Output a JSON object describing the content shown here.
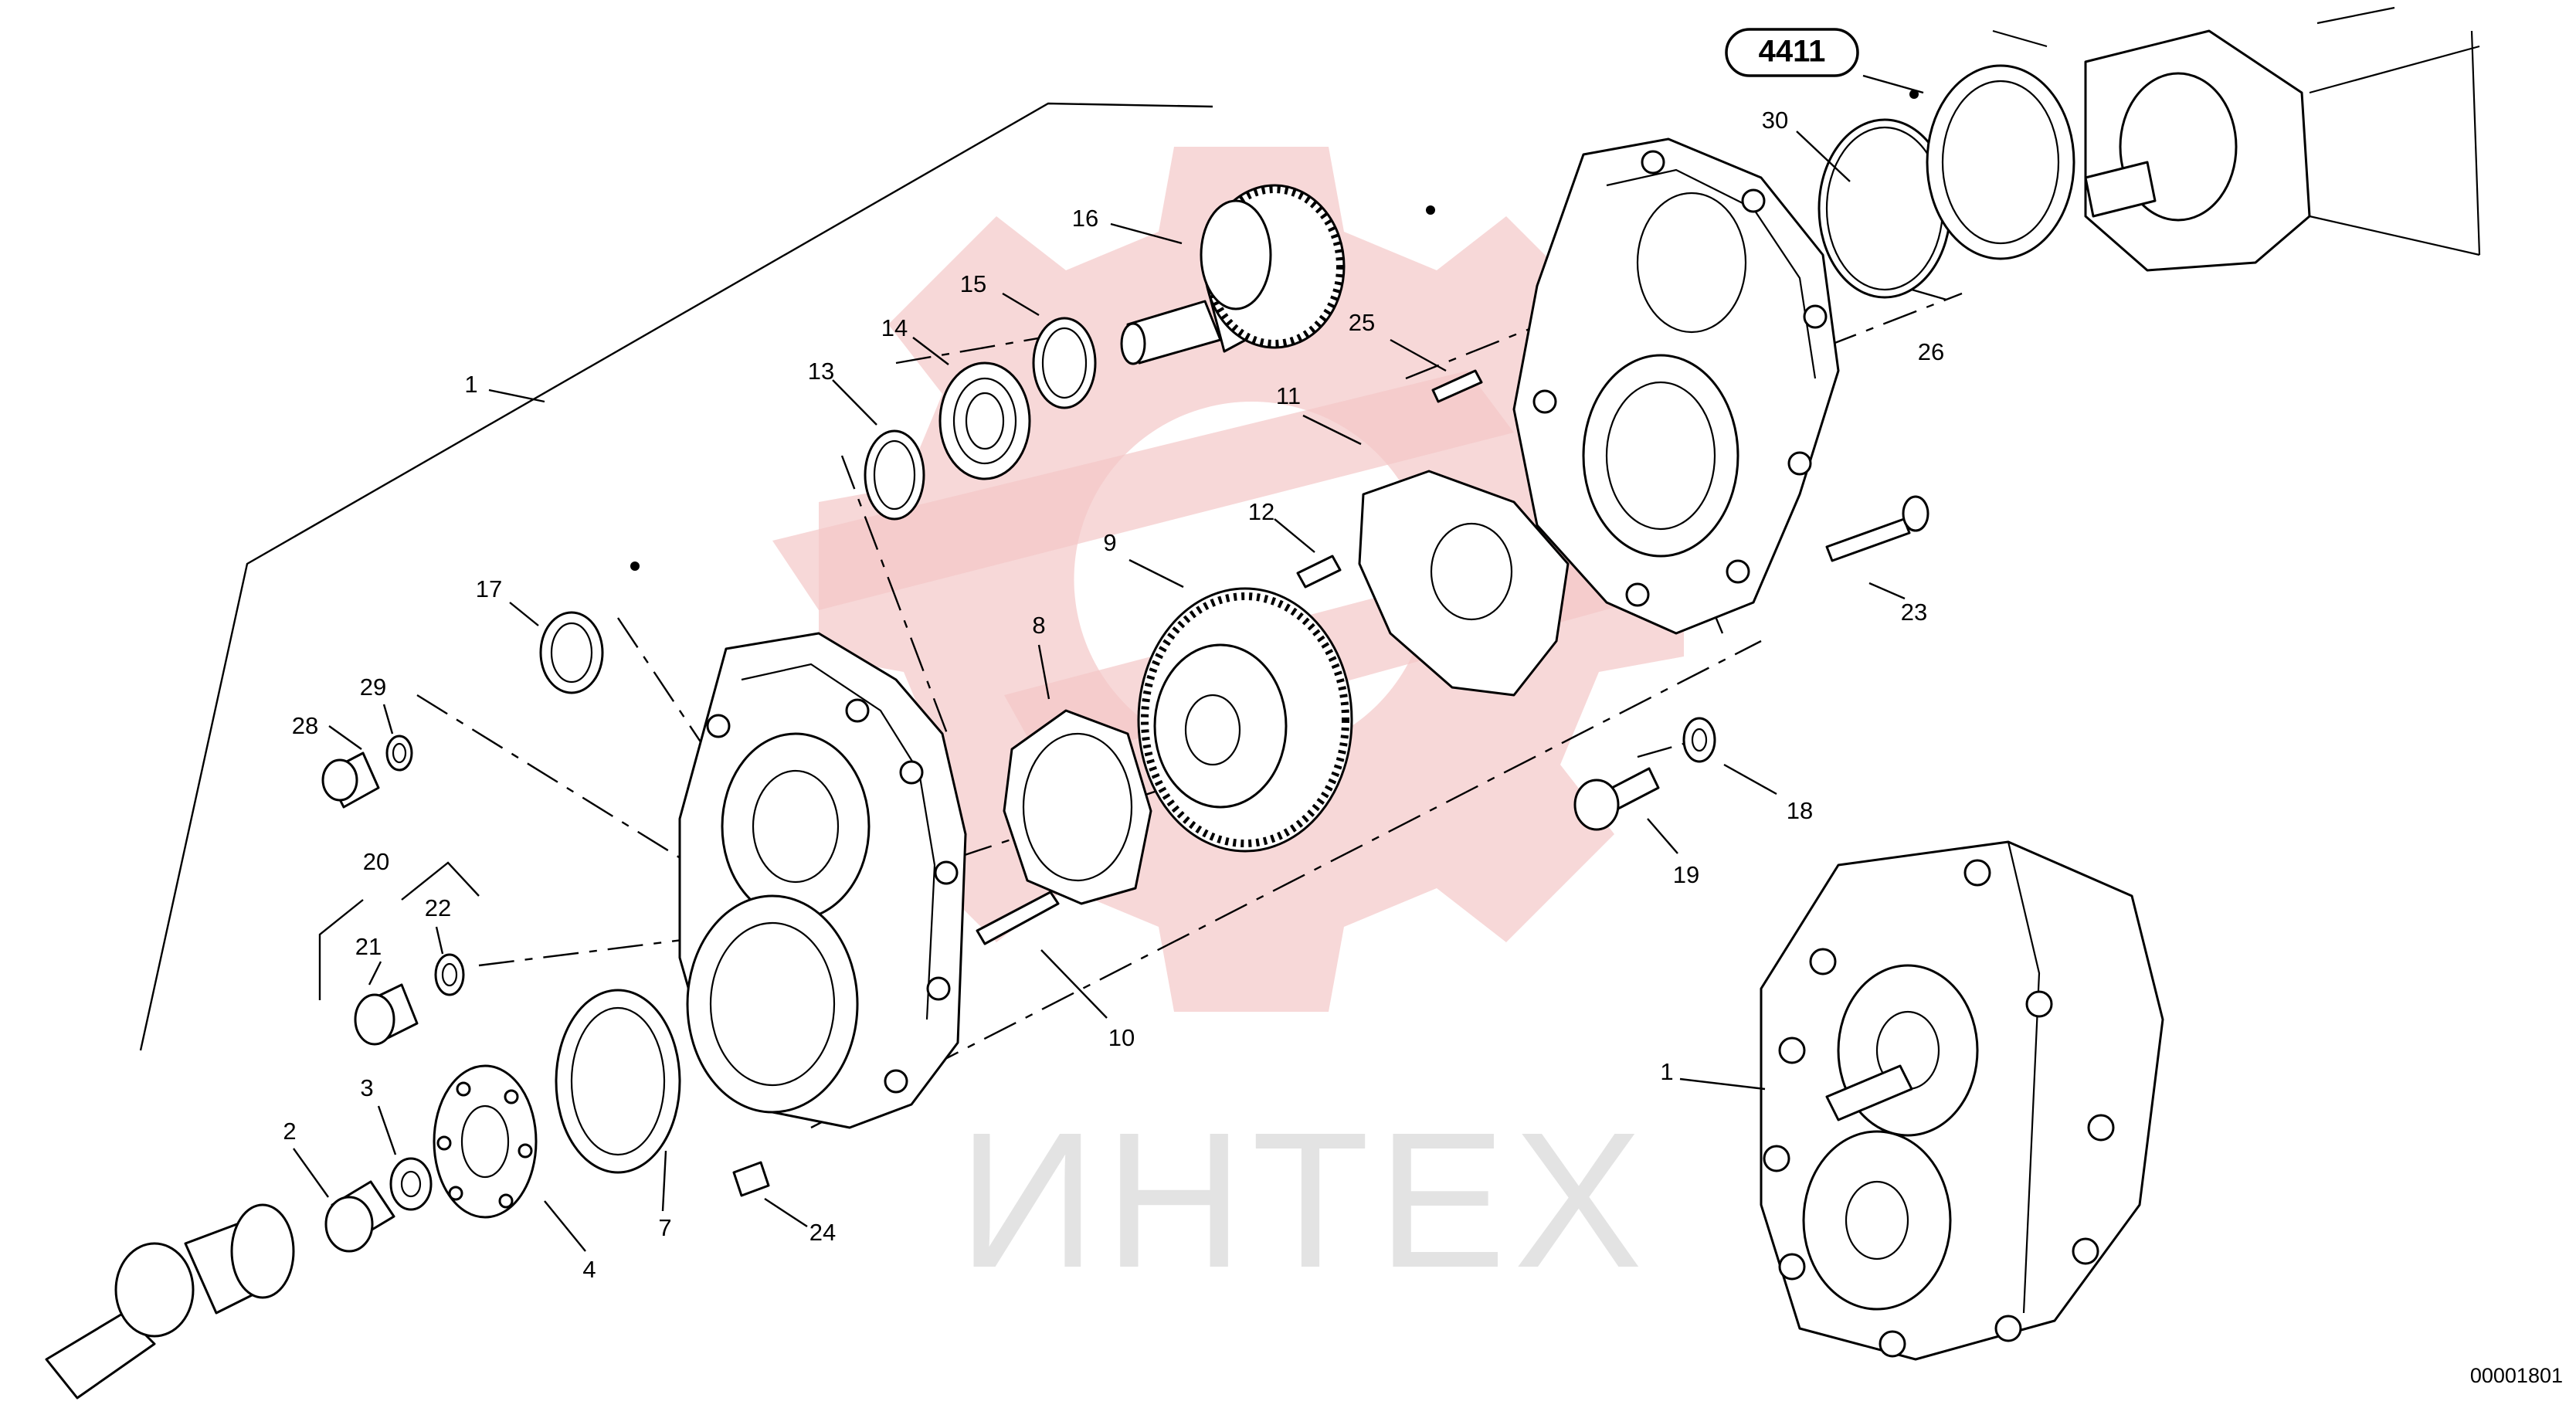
{
  "watermark": {
    "text": "ИНТЕХ",
    "color": "#f3c7c7"
  },
  "reference_badge": "4411",
  "drawing_code": "00001801",
  "callouts": {
    "c1_main": "1",
    "c1_assembly": "1",
    "c2": "2",
    "c3": "3",
    "c4": "4",
    "c7": "7",
    "c8": "8",
    "c9": "9",
    "c10": "10",
    "c11": "11",
    "c12": "12",
    "c13": "13",
    "c14": "14",
    "c15": "15",
    "c16": "16",
    "c17": "17",
    "c18": "18",
    "c19": "19",
    "c20": "20",
    "c21": "21",
    "c22": "22",
    "c23": "23",
    "c24": "24",
    "c25": "25",
    "c26": "26",
    "c28": "28",
    "c29": "29",
    "c30": "30"
  }
}
